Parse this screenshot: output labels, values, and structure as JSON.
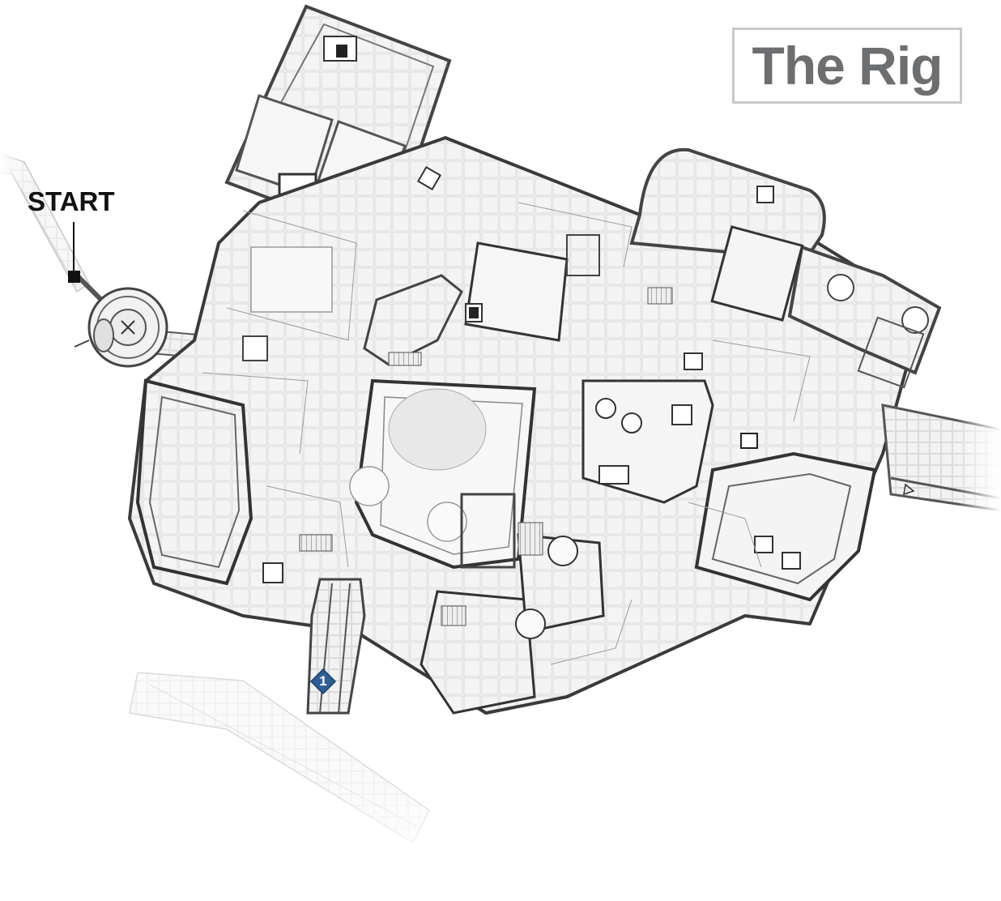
{
  "map": {
    "title": "The Rig",
    "start_label": "START",
    "markers": [
      {
        "number": "1",
        "type": "objective-waypoint"
      }
    ]
  },
  "colors": {
    "title_text": "#6d6e70",
    "title_border": "#c9c9c9",
    "start_marker": "#111111",
    "waypoint_fill": "#2d5f94",
    "map_line": "#555555",
    "map_floor": "#f3f3f3",
    "map_tile": "#e2e2e2"
  }
}
